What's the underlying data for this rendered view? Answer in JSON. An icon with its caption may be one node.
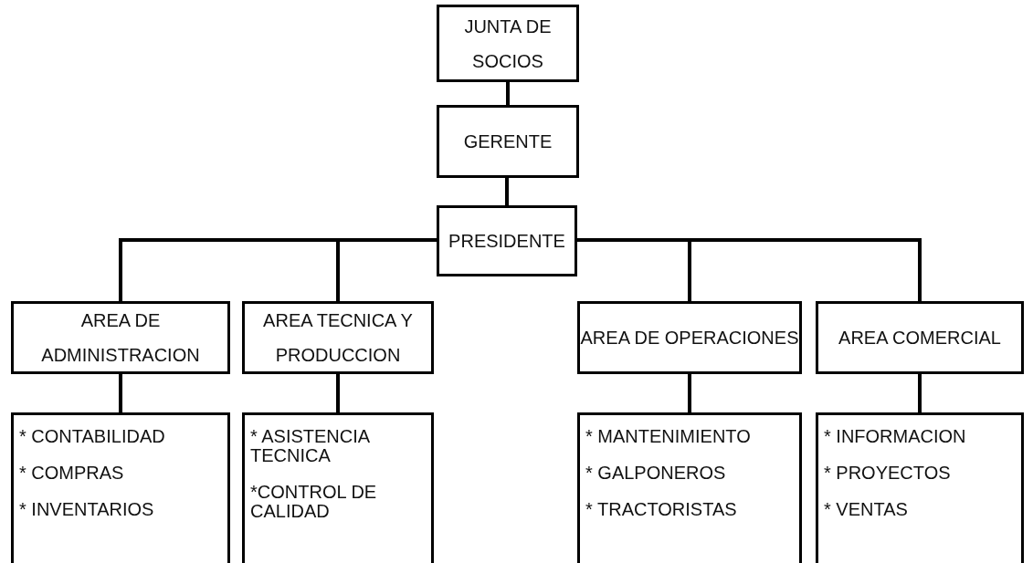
{
  "diagram": {
    "nodes": [
      {
        "text": [
          "JUNTA DE SOCIOS"
        ]
      },
      {
        "text": [
          "GERENTE"
        ]
      },
      {
        "text": [
          "PRESIDENTE"
        ]
      },
      {
        "text": [
          "AREA DE ADMINISTRACION"
        ]
      },
      {
        "text": [
          "AREA TECNICA Y PRODUCCION"
        ]
      },
      {
        "text": [
          "AREA DE OPERACIONES"
        ]
      },
      {
        "text": [
          "AREA COMERCIAL"
        ]
      },
      {
        "text": [
          "* CONTABILIDAD",
          "* COMPRAS",
          "* INVENTARIOS"
        ]
      },
      {
        "text": [
          "* ASISTENCIA TECNICA",
          "*CONTROL DE CALIDAD"
        ]
      },
      {
        "text": [
          "* MANTENIMIENTO",
          "* GALPONEROS",
          "* TRACTORISTAS"
        ]
      },
      {
        "text": [
          "* INFORMACION",
          "* PROYECTOS",
          "* VENTAS"
        ]
      }
    ],
    "edges": [
      {
        "from": 0,
        "to": 1,
        "arrow": "none"
      },
      {
        "from": 1,
        "to": 2,
        "arrow": "none"
      },
      {
        "from": 2,
        "to": 3,
        "arrow": "none"
      },
      {
        "from": 2,
        "to": 4,
        "arrow": "none"
      },
      {
        "from": 2,
        "to": 5,
        "arrow": "none"
      },
      {
        "from": 2,
        "to": 6,
        "arrow": "none"
      },
      {
        "from": 3,
        "to": 7,
        "arrow": "none"
      },
      {
        "from": 4,
        "to": 8,
        "arrow": "none"
      },
      {
        "from": 5,
        "to": 9,
        "arrow": "none"
      },
      {
        "from": 6,
        "to": 10,
        "arrow": "none"
      }
    ]
  }
}
